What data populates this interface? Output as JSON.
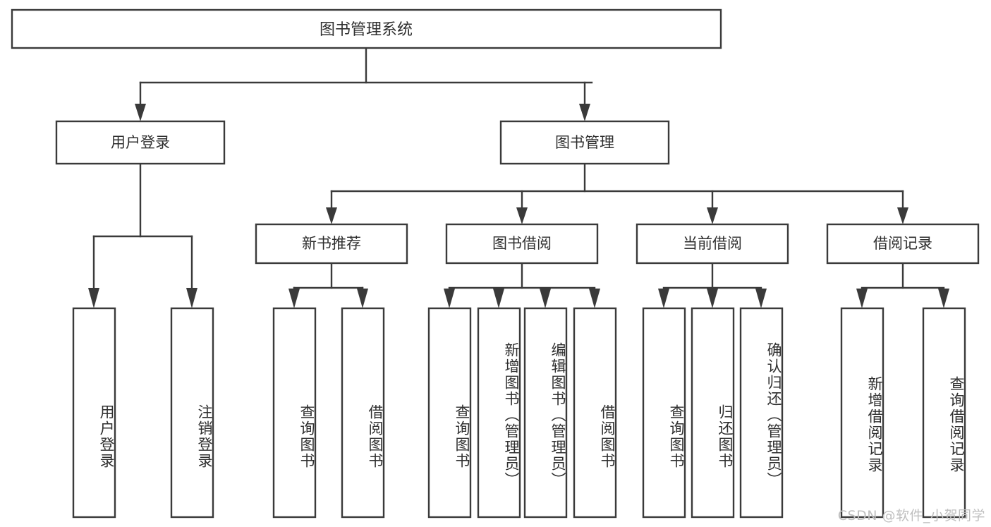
{
  "diagram": {
    "type": "tree",
    "title": "图书管理系统",
    "orientation": "top-down",
    "levels": 4,
    "colors": {
      "box_stroke": "#3a3a3a",
      "box_fill": "#ffffff",
      "connector": "#3a3a3a",
      "text": "#2f2f2f",
      "background": "#ffffff",
      "watermark": "#bfbfbf"
    },
    "root": {
      "label": "图书管理系统"
    },
    "level2": [
      {
        "label": "用户登录"
      },
      {
        "label": "图书管理"
      }
    ],
    "level3": [
      {
        "label": "新书推荐"
      },
      {
        "label": "图书借阅"
      },
      {
        "label": "当前借阅"
      },
      {
        "label": "借阅记录"
      }
    ],
    "leaves": {
      "user_login": [
        {
          "label": "用户登录"
        },
        {
          "label": "注销登录"
        }
      ],
      "new_book_recommend": [
        {
          "label": "查询图书"
        },
        {
          "label": "借阅图书"
        }
      ],
      "book_borrow": [
        {
          "label": "查询图书"
        },
        {
          "label": "新增图书（管理员）"
        },
        {
          "label": "编辑图书（管理员）"
        },
        {
          "label": "借阅图书"
        }
      ],
      "current_borrow": [
        {
          "label": "查询图书"
        },
        {
          "label": "归还图书"
        },
        {
          "label": "确认归还（管理员）"
        }
      ],
      "borrow_record": [
        {
          "label": "新增借阅记录"
        },
        {
          "label": "查询借阅记录"
        }
      ]
    }
  },
  "watermark": {
    "text": "CSDN @软件_小贺同学"
  }
}
